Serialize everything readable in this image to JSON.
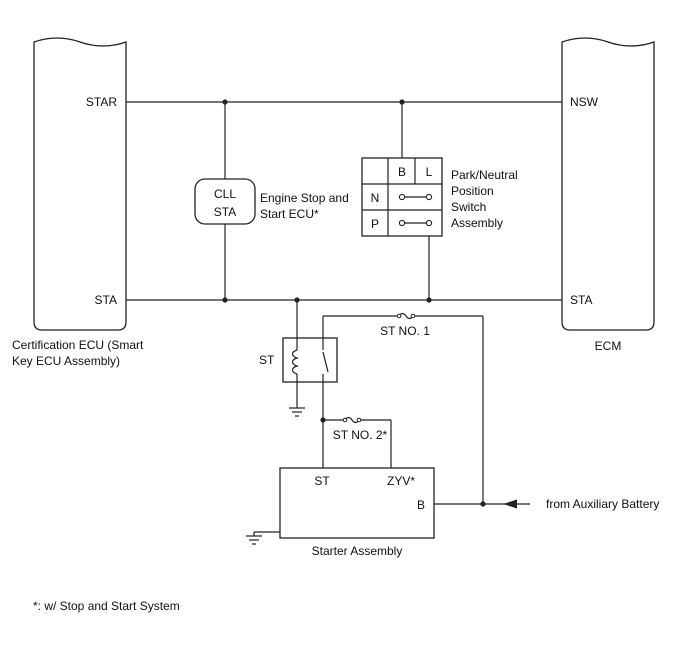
{
  "certification_ecu": {
    "pin_star": "STAR",
    "pin_sta": "STA",
    "name_line1": "Certification ECU (Smart",
    "name_line2": "Key ECU Assembly)"
  },
  "ecm": {
    "pin_nsw": "NSW",
    "pin_sta": "STA",
    "name": "ECM"
  },
  "engine_stop_start_ecu": {
    "pin_cll": "CLL",
    "pin_sta": "STA",
    "name_line1": "Engine Stop and",
    "name_line2": "Start ECU*"
  },
  "park_neutral_switch": {
    "col_b": "B",
    "col_l": "L",
    "row_n": "N",
    "row_p": "P",
    "name_lines": [
      "Park/Neutral",
      "Position",
      "Switch",
      "Assembly"
    ]
  },
  "st_relay": {
    "name": "ST"
  },
  "fuses": {
    "st_no1": "ST NO. 1",
    "st_no2": "ST NO. 2*"
  },
  "starter_assembly": {
    "pin_st": "ST",
    "pin_zyv": "ZYV*",
    "pin_b": "B",
    "name": "Starter Assembly"
  },
  "battery_label": "from Auxiliary Battery",
  "footnote": "*: w/ Stop and Start System"
}
